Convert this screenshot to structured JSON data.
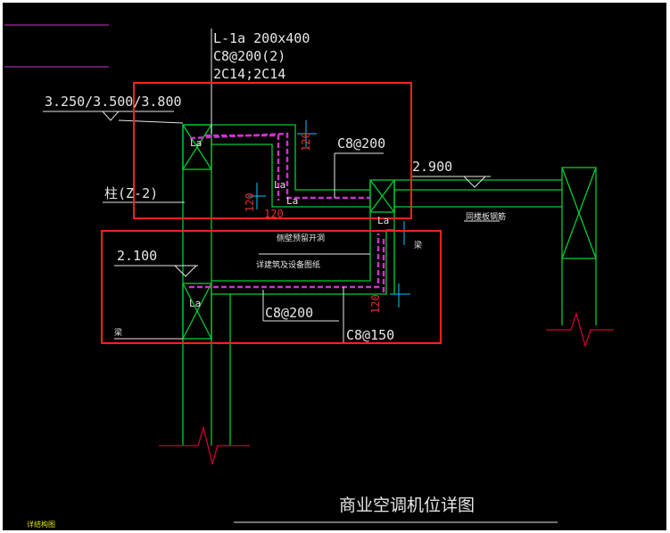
{
  "title": "商业空调机位详图",
  "colors": {
    "background": "#000000",
    "frame": "#ffffff",
    "concrete": "#00cc33",
    "rebar": "#cc33cc",
    "annotation": "#e6e6e6",
    "dimension": "#e03030",
    "highlight": "#ff2020",
    "axis": "#cc0033",
    "marker": "#00c8ff"
  },
  "labels": {
    "beam_name": "L-1a 200x400",
    "beam_stirrup": "C8@200(2)",
    "beam_bars": "2C14;2C14",
    "top_elevations": "3.250/3.500/3.800",
    "elevation_mid": "2.900",
    "elevation_low": "2.100",
    "stirrup_upper": "C8@200",
    "stirrup_lower_left": "C8@200",
    "stirrup_lower_right": "C8@150",
    "column_ref": "柱(Z-2)",
    "dim_120_a": "120",
    "dim_120_b": "120",
    "dim_120_c": "120",
    "dim_120_d": "120",
    "la_1": "La",
    "la_2": "La",
    "la_3": "La",
    "la_4": "La",
    "la_5": "La",
    "note_steel_plate": "同楼板钢筋",
    "note_opening": "侧壁预留开洞",
    "note_building": "详建筑及设备图纸",
    "note_beam_right": "梁",
    "note_beam_left": "梁",
    "corner_note": "详结构图"
  }
}
